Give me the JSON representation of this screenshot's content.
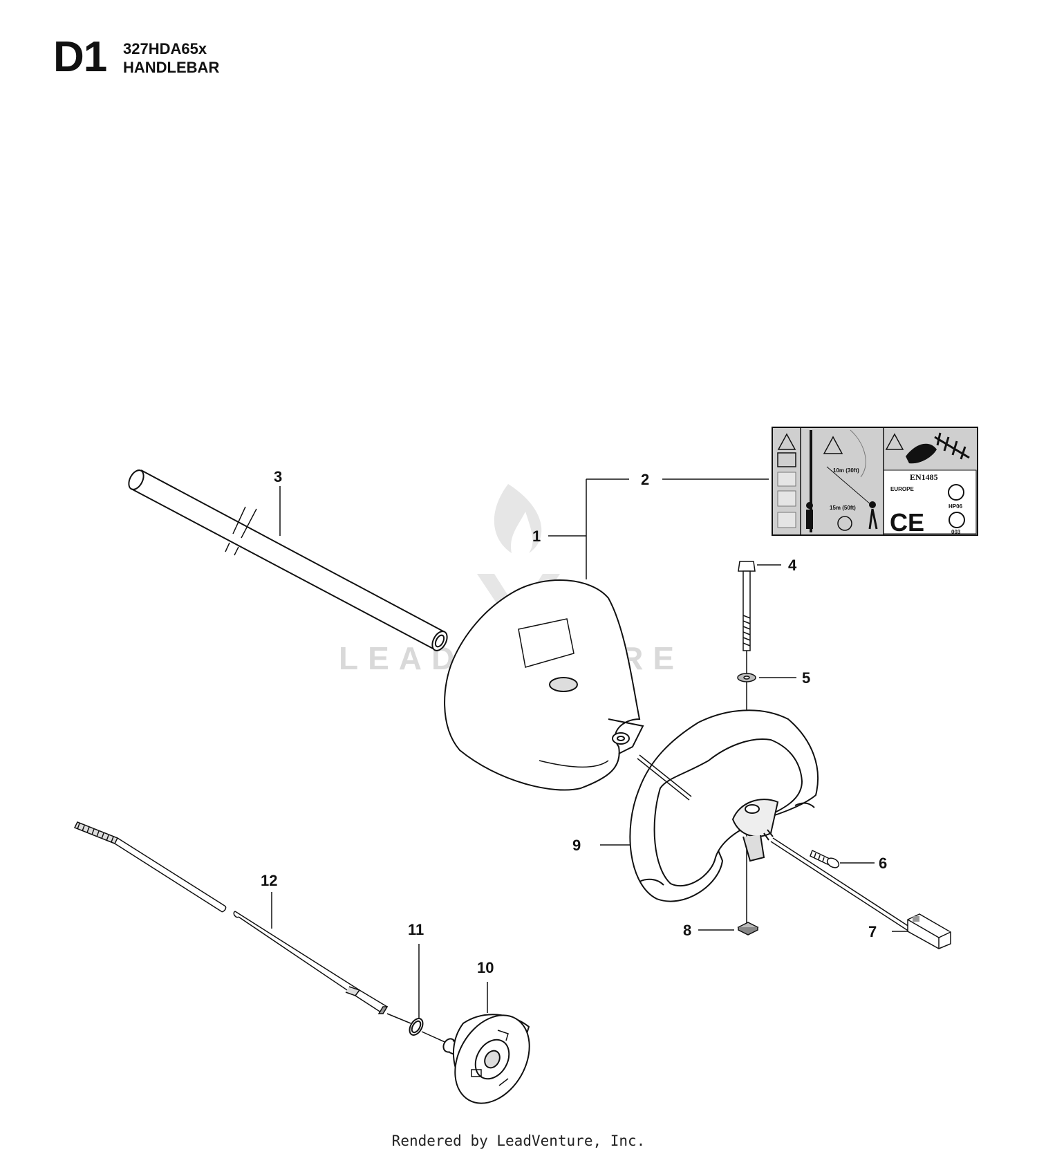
{
  "header": {
    "section_code": "D1",
    "model": "327HDA65x",
    "title": "HANDLEBAR"
  },
  "callouts": [
    "1",
    "2",
    "3",
    "4",
    "5",
    "6",
    "7",
    "8",
    "9",
    "10",
    "11",
    "12"
  ],
  "decal": {
    "standard": "EN1485",
    "region": "EUROPE",
    "distance_near": "10m (30ft)",
    "distance_far": "15m (50ft)",
    "mark_ce": "CE",
    "mark_hp": "HP06",
    "mark_003": "003"
  },
  "watermark": "LEADVENTURE",
  "footer": "Rendered by LeadVenture, Inc."
}
